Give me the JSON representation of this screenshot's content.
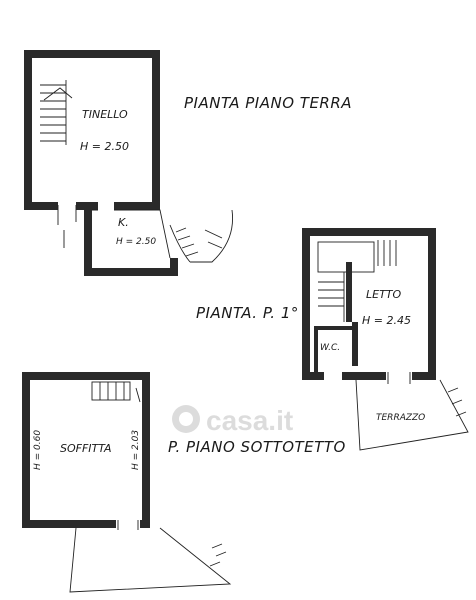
{
  "titles": {
    "ground": "PIANTA PIANO TERRA",
    "first": "PIANTA. P. 1°",
    "attic": "P. PIANO SOTTOTETTO"
  },
  "rooms": {
    "tinello": "TINELLO",
    "tinello_h": "H = 2.50",
    "kitchen": "K.",
    "kitchen_h": "H = 2.50",
    "letto": "LETTO",
    "letto_h": "H = 2.45",
    "wc": "W.C.",
    "terrazzo": "TERRAZZO",
    "soffitta": "SOFFITTA",
    "soffitta_h_left": "H = 0.60",
    "soffitta_h_right": "H = 2.03"
  },
  "watermark": "casa.it"
}
